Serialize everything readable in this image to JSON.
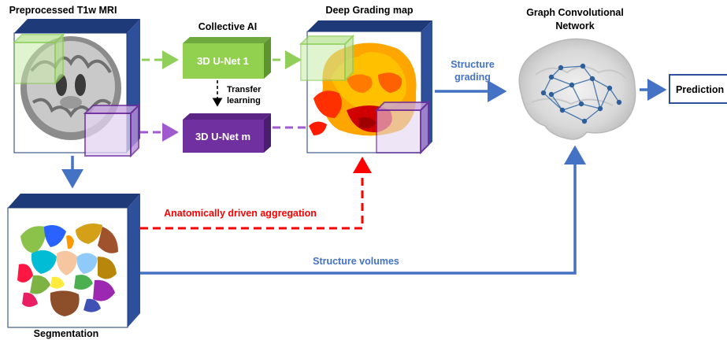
{
  "labels": {
    "mri_title": "Preprocessed T1w MRI",
    "collective_ai": "Collective AI",
    "unet1": "3D U-Net 1",
    "unetm": "3D U-Net m",
    "transfer_line1": "Transfer",
    "transfer_line2": "learning",
    "deep_grading_title": "Deep Grading map",
    "gcn_line1": "Graph Convolutional",
    "gcn_line2": "Network",
    "structure_grading_line1": "Structure",
    "structure_grading_line2": "grading",
    "prediction": "Prediction",
    "aggregation": "Anatomically driven aggregation",
    "structure_volumes": "Structure volumes",
    "segmentation": "Segmentation"
  },
  "colors": {
    "box_face": "#ffffff",
    "box_side": "#2e4f9a",
    "box_top": "#1e3a78",
    "arrow_blue": "#4472c4",
    "green": "#8fcf5a",
    "green_fill": "#9ad46a",
    "purple": "#7a3aa8",
    "purple_fill": "#7030a0",
    "red": "#ff0000",
    "text_blue": "#4472c4",
    "text_red": "#ff0000",
    "text_black": "#000000"
  }
}
